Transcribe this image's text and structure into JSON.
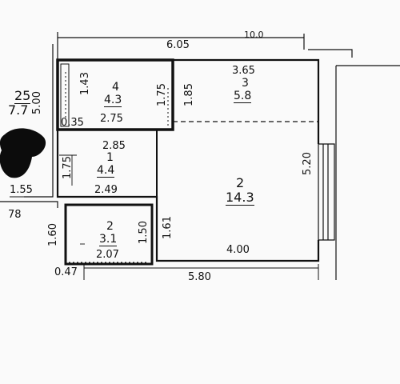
{
  "rooms": [
    {
      "id": "r4a",
      "num": "4",
      "area": "4.3"
    },
    {
      "id": "r3",
      "num": "3",
      "area": "5.8"
    },
    {
      "id": "r1",
      "num": "1",
      "area": "4.4"
    },
    {
      "id": "r2big",
      "num": "2",
      "area": "14.3"
    },
    {
      "id": "r2small",
      "num": "2",
      "area": "3.1"
    },
    {
      "id": "rleft",
      "num": "25",
      "area": "7.7"
    }
  ],
  "dims": {
    "top_partial": "10.0",
    "d605": "6.05",
    "d365": "3.65",
    "d143": "1.43",
    "d175a": "1.75",
    "d185": "1.85",
    "d500": "5.00",
    "d035": "0.35",
    "d275": "2.75",
    "d285": "2.85",
    "d175b": "1.75",
    "d520": "5.20",
    "d155": "1.55",
    "d249": "2.49",
    "d78": "78",
    "d160": "1.60",
    "d150": "1.50",
    "d161": "1.61",
    "d400": "4.00",
    "d207": "2.07",
    "d047": "0.47",
    "d580": "5.80"
  }
}
